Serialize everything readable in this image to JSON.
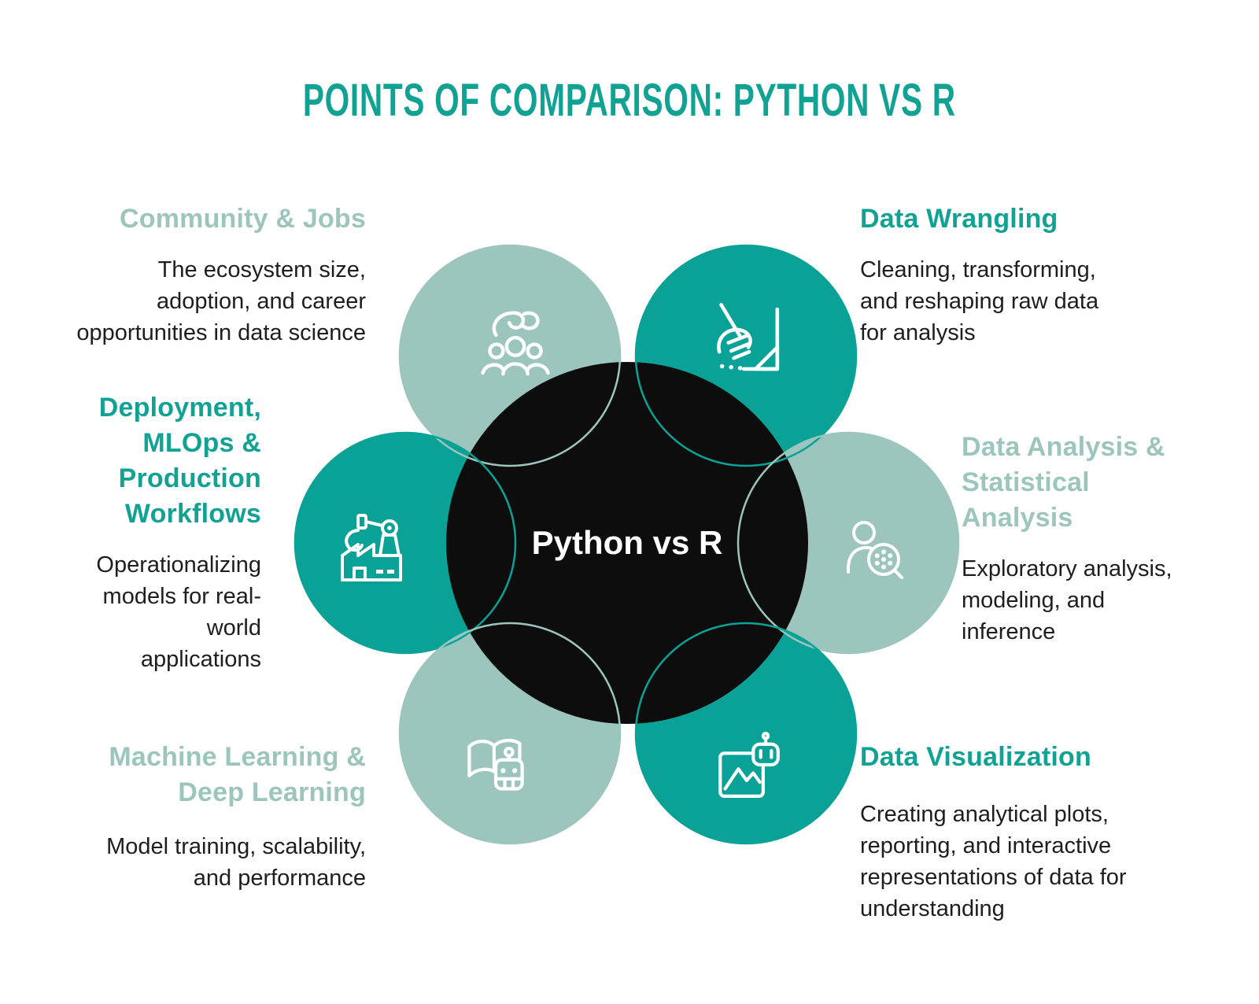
{
  "title": "POINTS OF COMPARISON: PYTHON VS R",
  "center_label": "Python vs R",
  "colors": {
    "teal": "#0AA296",
    "sage": "#9CC5BD",
    "title_teal": "#12A294",
    "center_black": "#0D0D0D",
    "body_text": "#1E1E1E",
    "icon_stroke": "#FFFFFF"
  },
  "sections": [
    {
      "id": "community-jobs",
      "heading": "Community & Jobs",
      "body": "The ecosystem size,\nadoption, and career\nopportunities in data science",
      "accent": "sage",
      "icon": "community-people-icon"
    },
    {
      "id": "data-wrangling",
      "heading": "Data Wrangling",
      "body": "Cleaning, transforming,\nand reshaping raw data\nfor analysis",
      "accent": "teal",
      "icon": "broom-sweep-icon"
    },
    {
      "id": "deployment-mlops",
      "heading": "Deployment,\nMLOps &\nProduction\nWorkflows",
      "body": "Operationalizing\nmodels for real-\nworld\napplications",
      "accent": "teal",
      "icon": "factory-robot-arm-icon"
    },
    {
      "id": "data-analysis",
      "heading": "Data Analysis &\nStatistical\nAnalysis",
      "body": "Exploratory analysis,\nmodeling, and\ninference",
      "accent": "sage",
      "icon": "person-magnifier-icon"
    },
    {
      "id": "machine-learning",
      "heading": "Machine Learning &\nDeep Learning",
      "body": "Model training, scalability,\nand performance",
      "accent": "sage",
      "icon": "book-robot-icon"
    },
    {
      "id": "data-visualization",
      "heading": "Data Visualization",
      "body": "Creating analytical plots,\nreporting, and interactive\nrepresentations of data for\nunderstanding",
      "accent": "teal",
      "icon": "image-robot-icon"
    }
  ]
}
